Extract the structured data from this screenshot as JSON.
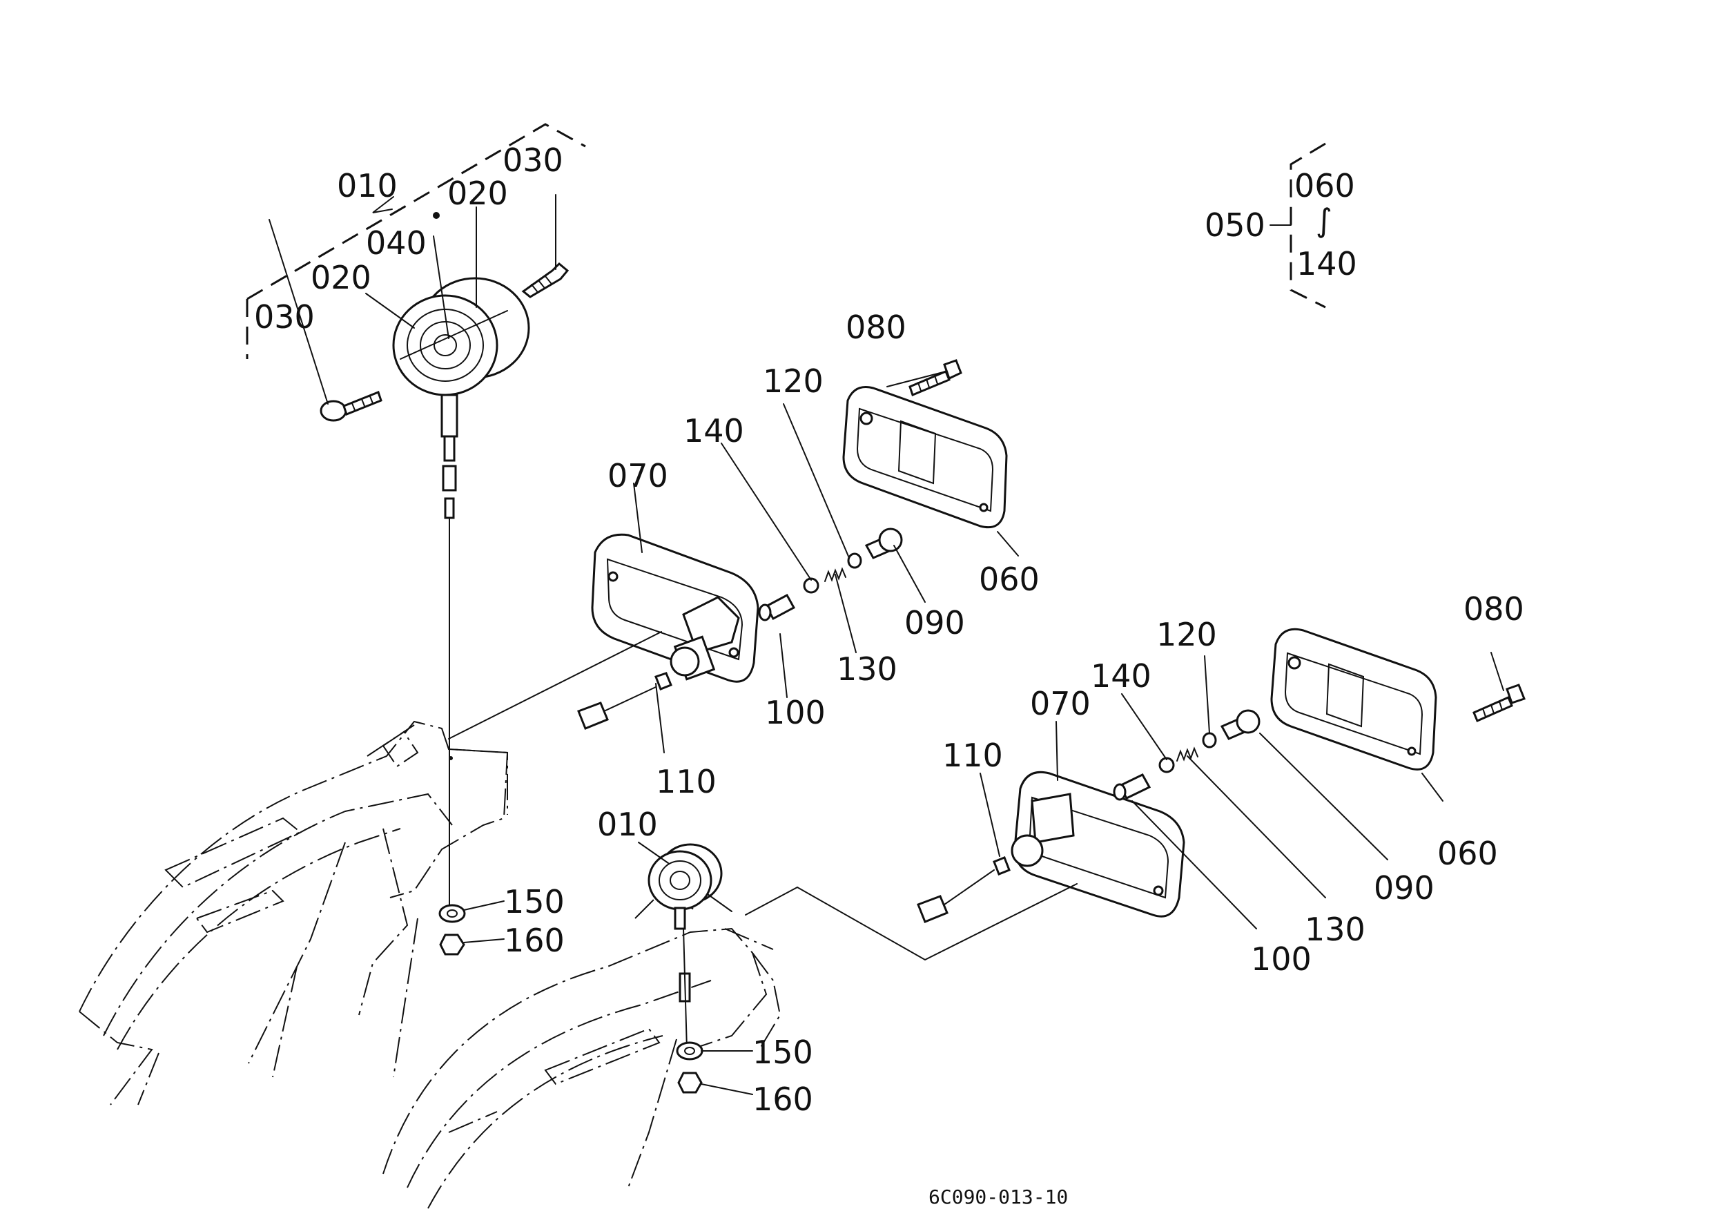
{
  "callouts": {
    "top_left": {
      "c010": "010",
      "c020a": "020",
      "c020b": "020",
      "c030a": "030",
      "c030b": "030",
      "c040": "040"
    },
    "group_050": {
      "c050": "050",
      "c060": "060",
      "tilde": "∫",
      "c140": "140"
    },
    "upper_lamp": {
      "c070": "070",
      "c080": "080",
      "c060": "060",
      "c090": "090",
      "c100": "100",
      "c110": "110",
      "c120": "120",
      "c130": "130",
      "c140": "140"
    },
    "left_mount": {
      "c150": "150",
      "c160": "160"
    },
    "bottom_mount": {
      "c010": "010",
      "c150": "150",
      "c160": "160"
    },
    "lower_lamp": {
      "c070": "070",
      "c080": "080",
      "c060": "060",
      "c090": "090",
      "c100": "100",
      "c110": "110",
      "c120": "120",
      "c130": "130",
      "c140": "140"
    }
  },
  "drawing_code": "6C090-013-10"
}
